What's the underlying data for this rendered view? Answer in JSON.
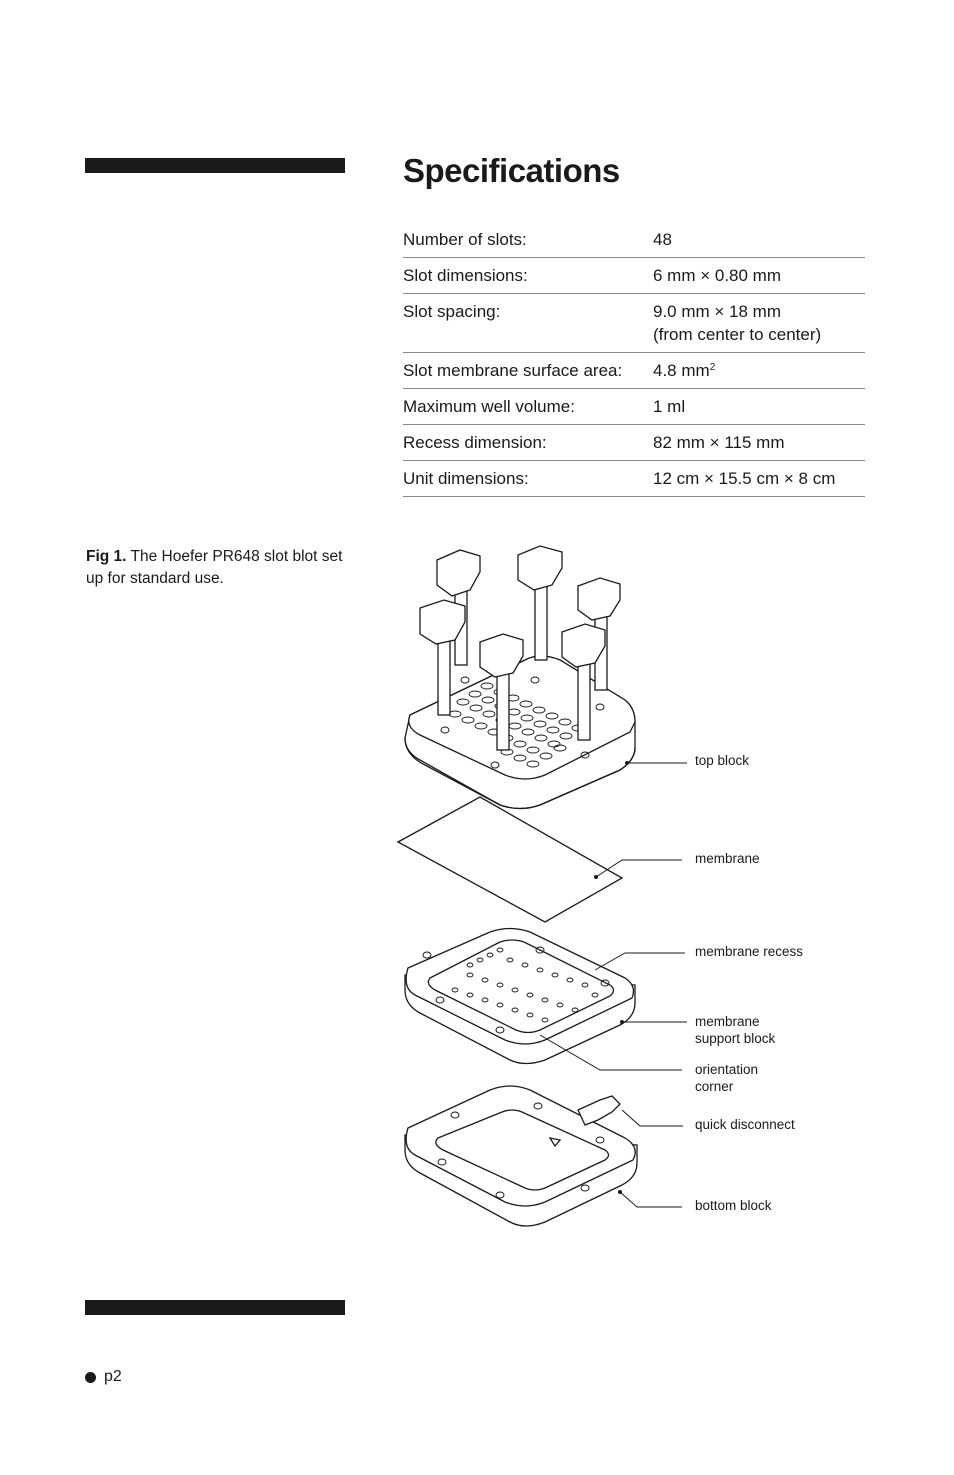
{
  "title": "Specifications",
  "specs": [
    {
      "label": "Number of slots:",
      "value": "48"
    },
    {
      "label": "Slot dimensions:",
      "value": "6 mm × 0.80 mm"
    },
    {
      "label": "Slot spacing:",
      "value": "9.0 mm × 18 mm\n(from center to center)"
    },
    {
      "label": "Slot membrane surface area:",
      "value": "4.8 mm",
      "sup": "2"
    },
    {
      "label": "Maximum well volume:",
      "value": "1 ml"
    },
    {
      "label": "Recess dimension:",
      "value": "82 mm × 115 mm"
    },
    {
      "label": "Unit dimensions:",
      "value": "12 cm × 15.5 cm × 8 cm"
    }
  ],
  "caption": {
    "bold": "Fig 1.",
    "text": " The Hoefer PR648 slot blot set up for standard use."
  },
  "figure_labels": {
    "top_block": "top block",
    "membrane": "membrane",
    "membrane_recess": "membrane recess",
    "membrane_support_block": "membrane\nsupport block",
    "orientation_corner": "orientation\ncorner",
    "quick_disconnect": "quick disconnect",
    "bottom_block": "bottom block"
  },
  "page_number": "p2"
}
